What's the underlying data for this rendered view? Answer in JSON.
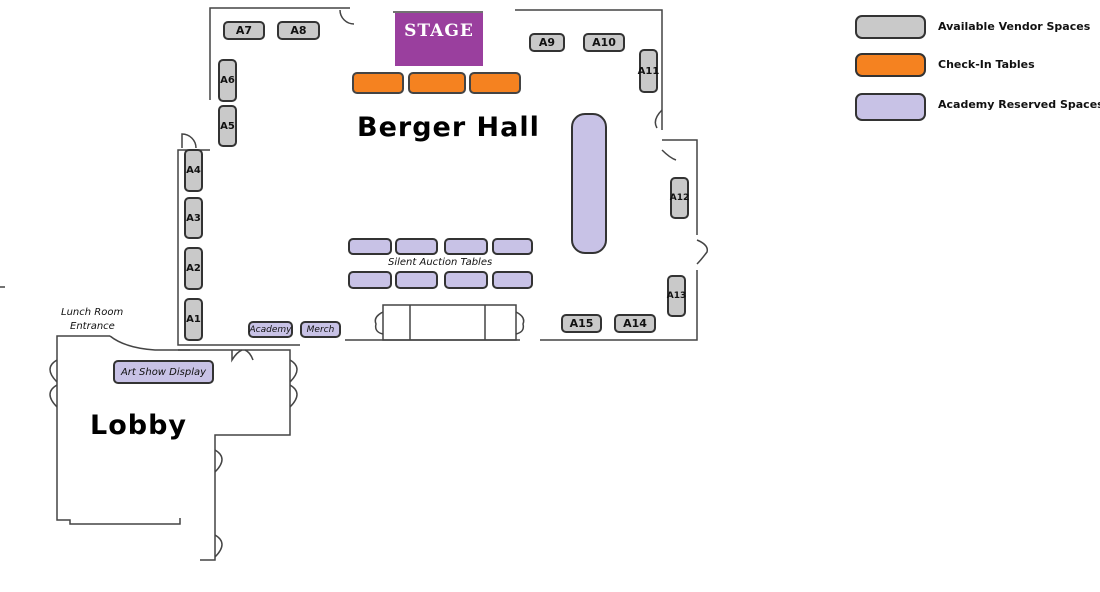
{
  "room_labels": {
    "hall": "Berger Hall",
    "lobby": "Lobby",
    "stage": "STAGE",
    "silent_auction": "Silent Auction Tables",
    "lunch_room_line1": "Lunch Room",
    "lunch_room_line2": "Entrance"
  },
  "vendor_spaces": [
    "A1",
    "A2",
    "A3",
    "A4",
    "A5",
    "A6",
    "A7",
    "A8",
    "A9",
    "A10",
    "A11",
    "A12",
    "A13",
    "A14",
    "A15"
  ],
  "reserved_spaces": {
    "academy": "Academy",
    "merch": "Merch",
    "art_show": "Art Show Display"
  },
  "legend": [
    {
      "label": "Available Vendor Spaces",
      "color": "#c9c9c9"
    },
    {
      "label": "Check-In Tables",
      "color": "#f58220"
    },
    {
      "label": "Academy Reserved Spaces",
      "color": "#c8c2e6"
    }
  ]
}
